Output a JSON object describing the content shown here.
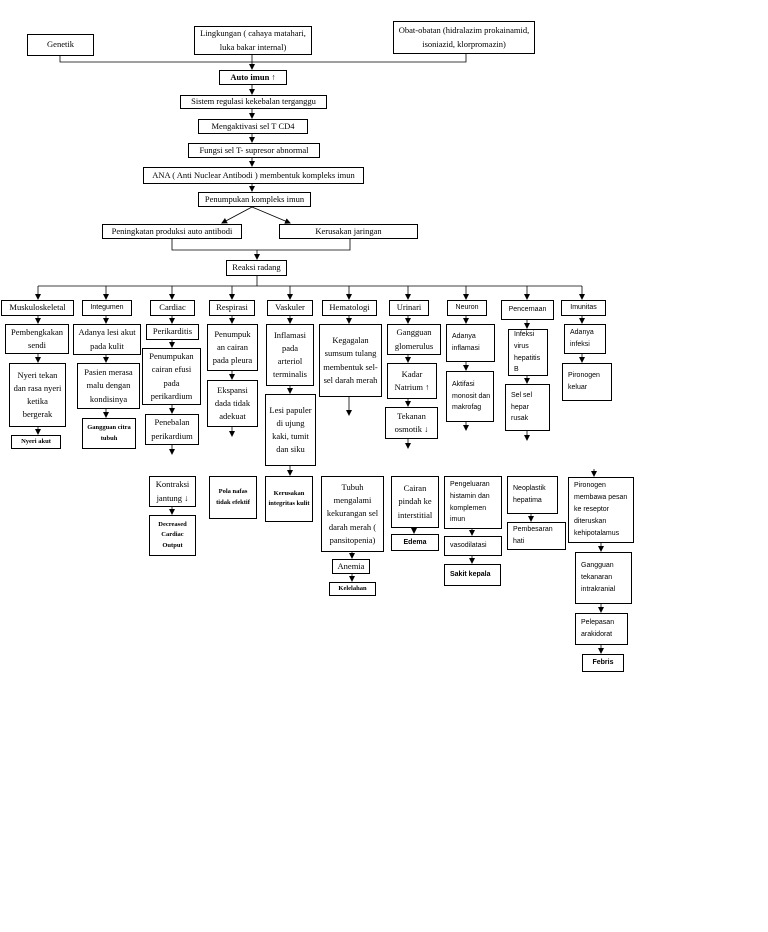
{
  "nodes": {
    "genetik": "Genetik",
    "lingkungan": "Lingkungan ( cahaya matahari, luka bakar internal)",
    "obat": "Obat-obatan (hidralazim prokainamid, isoniazid, klorpromazin)",
    "autoimun": "Auto imun ↑",
    "sistem": "Sistem regulasi kekebalan terganggu",
    "mengaktivasi": "Mengaktivasi sel T CD4",
    "fungsi": "Fungsi sel T- supresor abnormal",
    "ana": "ANA ( Anti Nuclear Antibodi  ) membentuk kompleks imun",
    "penumpukan": "Penumpukan kompleks imun",
    "peningkatan": "Peningkatan produksi auto antibodi",
    "kerusakan": "Kerusakan jaringan",
    "reaksi": "Reaksi radang",
    "musku": "Muskuloskeletal",
    "integumen": "Integumen",
    "cardiac": "Cardiac",
    "respirasi": "Respirasi",
    "vaskuler": "Vaskuler",
    "hematologi": "Hematologi",
    "urinari": "Urinari",
    "neuron": "Neuron",
    "pencernaan": "Pencernaan",
    "imunitas": "Imunitas",
    "pembengkakan": "Pembengkakan sendi",
    "nyeri_tekan": "Nyeri tekan dan rasa nyeri ketika bergerak",
    "nyeri_akut": "Nyeri akut",
    "adanya_lesi": "Adanya lesi akut pada kulit",
    "pasien_malu": "Pasien merasa malu dengan kondisinya",
    "gangguan_citra": "Gangguan citra tubuh",
    "perikarditis": "Perikarditis",
    "penumpukan_cairan": "Penumpukan cairan efusi pada perikardium",
    "penebalan": "Penebalan perikardium",
    "kontraksi": "Kontraksi jantung ↓",
    "decreased": "Decreased Cardiac Output",
    "penumpuk_pleura": "Penumpuk an cairan pada pleura",
    "ekspansi": "Ekspansi dada tidak adekuat",
    "pola_nafas": "Pola nafas tidak efektif",
    "inflamasi": "Inflamasi pada arteriol terminalis",
    "lesi_papuler": "Lesi papuler di ujung kaki, tumit dan siku",
    "kerusakan_integritas": "Kerusakan integritas kulit",
    "kegagalan": "Kegagalan sumsum tulang membentuk sel-sel darah merah",
    "tubuh": "Tubuh mengalami kekurangan sel darah merah ( pansitopenia)",
    "anemia": "Anemia",
    "kelelahan": "Kelelahan",
    "gangguan_glom": "Gangguan glomerulus",
    "kadar_natrium": "Kadar Natrium ↑",
    "tekanan": "Tekanan osmotik ↓",
    "cairan_pindah": "Cairan pindah ke interstitial",
    "edema": "Edema",
    "adanya_inflamasi": "Adanya inflamasi",
    "aktifasi": "Aktifasi monosit dan makrofag",
    "pengeluaran": "Pengeluaran histamin dan komplemen imun",
    "vasodilatasi": "vasodilatasi",
    "sakit_kepala": "Sakit kepala",
    "infeksi_virus": "Infeksi virus hepatitis B",
    "sel_hepar": "Sel sel hepar rusak",
    "neoplastik": "Neoplastik hepatima",
    "pembesaran": "Pembesaran hati",
    "adanya_infeksi": "Adanya infeksi",
    "pironogen_keluar": "Pironogen keluar",
    "pirogen_membawa": "Pironogen membawa pesan ke reseptor diteruskan kehipotalamus",
    "gangguan_tekanan": "Gangguan tekanaran intrakranial",
    "pelepasan": "Pelepasan arakidorat",
    "febris": "Febris"
  }
}
